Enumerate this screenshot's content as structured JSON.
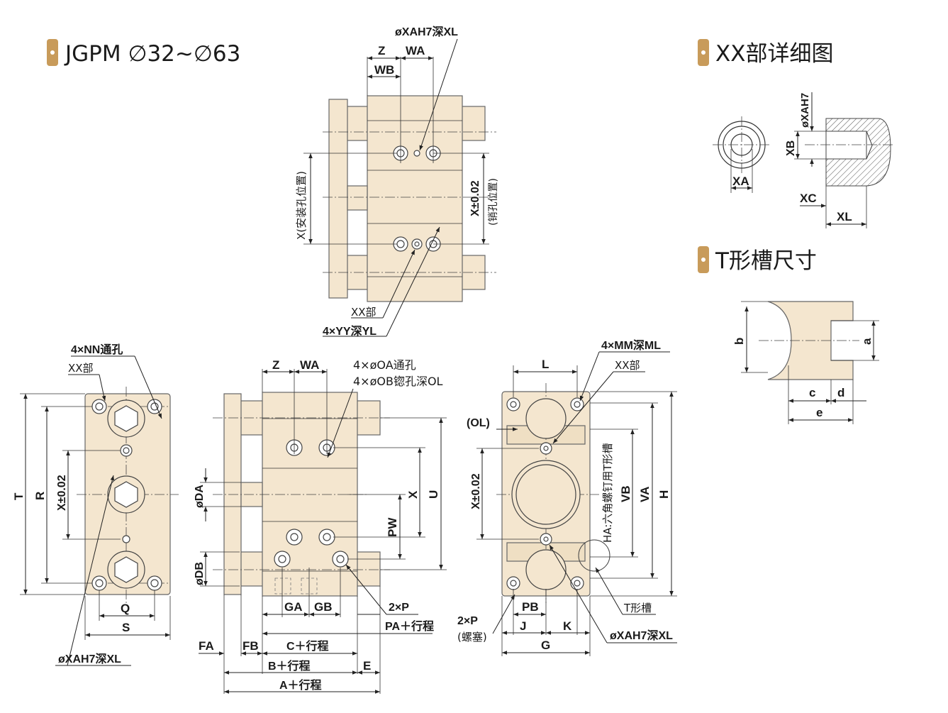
{
  "titles": {
    "main": "JGPM ∅32~∅63",
    "xx_detail": "XX部详细图",
    "t_slot": "T形槽尺寸"
  },
  "colors": {
    "body": "#f4e6cf",
    "accent": "#c89b5a",
    "line": "#222222"
  },
  "top_view": {
    "xa_hole": "øXAH7深XL",
    "z": "Z",
    "wa": "WA",
    "wb": "WB",
    "x_install": "X(安装孔位置)",
    "x_pin": "X±0.02",
    "pin_note": "(销孔位置)",
    "xx": "XX部",
    "yy": "4×YY深YL"
  },
  "left_view": {
    "nn": "4×NN通孔",
    "xx": "XX部",
    "t": "T",
    "r": "R",
    "x": "X±0.02",
    "q": "Q",
    "s": "S",
    "xa": "øXAH7深XL"
  },
  "mid_view": {
    "z": "Z",
    "wa": "WA",
    "oa": "4×øOA通孔",
    "ob": "4×øOB锪孔深OL",
    "da": "øDA",
    "db": "øDB",
    "x": "X",
    "u": "U",
    "pw": "PW",
    "ga": "GA",
    "gb": "GB",
    "p": "2×P",
    "pa": "PA＋行程",
    "fa": "FA",
    "fb": "FB",
    "c": "C＋行程",
    "b": "B＋行程",
    "e": "E",
    "a": "A＋行程"
  },
  "right_view": {
    "l": "L",
    "mm": "4×MM深ML",
    "xx": "XX部",
    "ol": "(OL)",
    "x": "X±0.02",
    "ha": "HA:六角螺钉用T形槽",
    "vb": "VB",
    "va": "VA",
    "h": "H",
    "pb": "PB",
    "p": "2×P",
    "plug": "(螺塞)",
    "j": "J",
    "k": "K",
    "g": "G",
    "tslot": "T形槽",
    "xa": "øXAH7深XL"
  },
  "xx_detail": {
    "xa_v": "øXAH7",
    "xb": "XB",
    "xa": "XA",
    "xc": "XC",
    "xl": "XL"
  },
  "t_slot_dims": {
    "b": "b",
    "a": "a",
    "c": "c",
    "d": "d",
    "e": "e"
  }
}
